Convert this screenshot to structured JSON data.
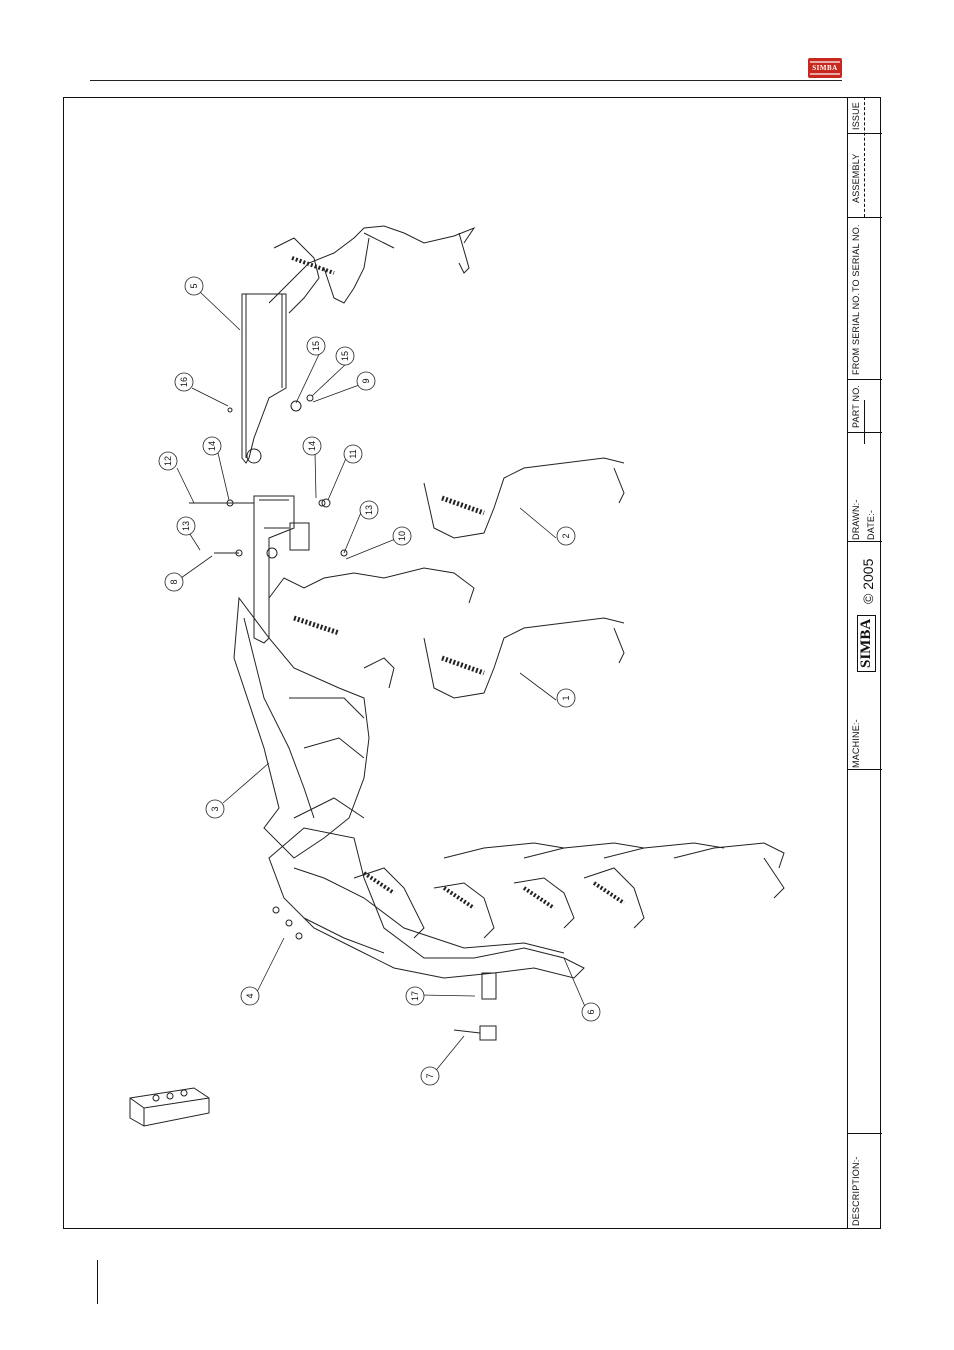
{
  "logo_text": "SIMBA",
  "title_block": {
    "issue": "ISSUE",
    "assembly": "ASSEMBLY",
    "to_serial": "TO SERIAL NO.",
    "from_serial": "FROM SERIAL NO.",
    "part_no": "PART NO.",
    "drawn": "DRAWN:-",
    "date": "DATE:-",
    "copyright": "© 2005",
    "brand": "SIMBA",
    "machine": "MACHINE:-",
    "description": "DESCRIPTION:-"
  },
  "callouts": [
    "1",
    "2",
    "3",
    "4",
    "5",
    "6",
    "7",
    "8",
    "9",
    "10",
    "11",
    "12",
    "13",
    "13",
    "14",
    "14",
    "15",
    "15",
    "16",
    "17"
  ]
}
